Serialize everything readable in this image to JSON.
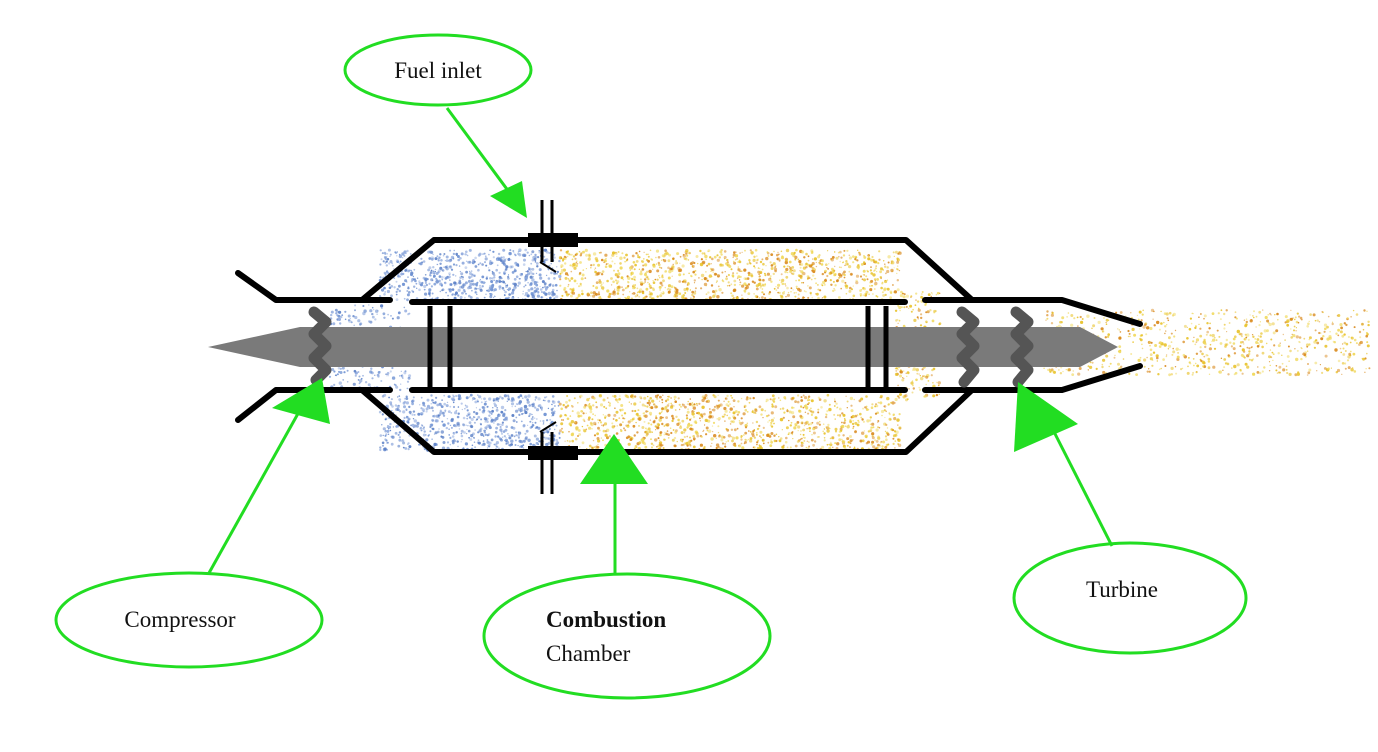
{
  "labels": {
    "fuel_inlet": "Fuel inlet",
    "compressor": "Compressor",
    "combustion_line1": "Combustion",
    "combustion_line2": "Chamber",
    "turbine": "Turbine"
  },
  "colors": {
    "callout": "#22dd22",
    "outline": "#000000",
    "shaft": "#7a7a7a",
    "blade": "#555555",
    "air": "#6b8fd1",
    "flame_yellow": "#e8c22a",
    "flame_orange": "#d9891c"
  },
  "icons": {
    "compressor": "compressor-blades-icon",
    "turbine": "turbine-blades-icon",
    "fuel_injector": "fuel-injector-icon"
  }
}
